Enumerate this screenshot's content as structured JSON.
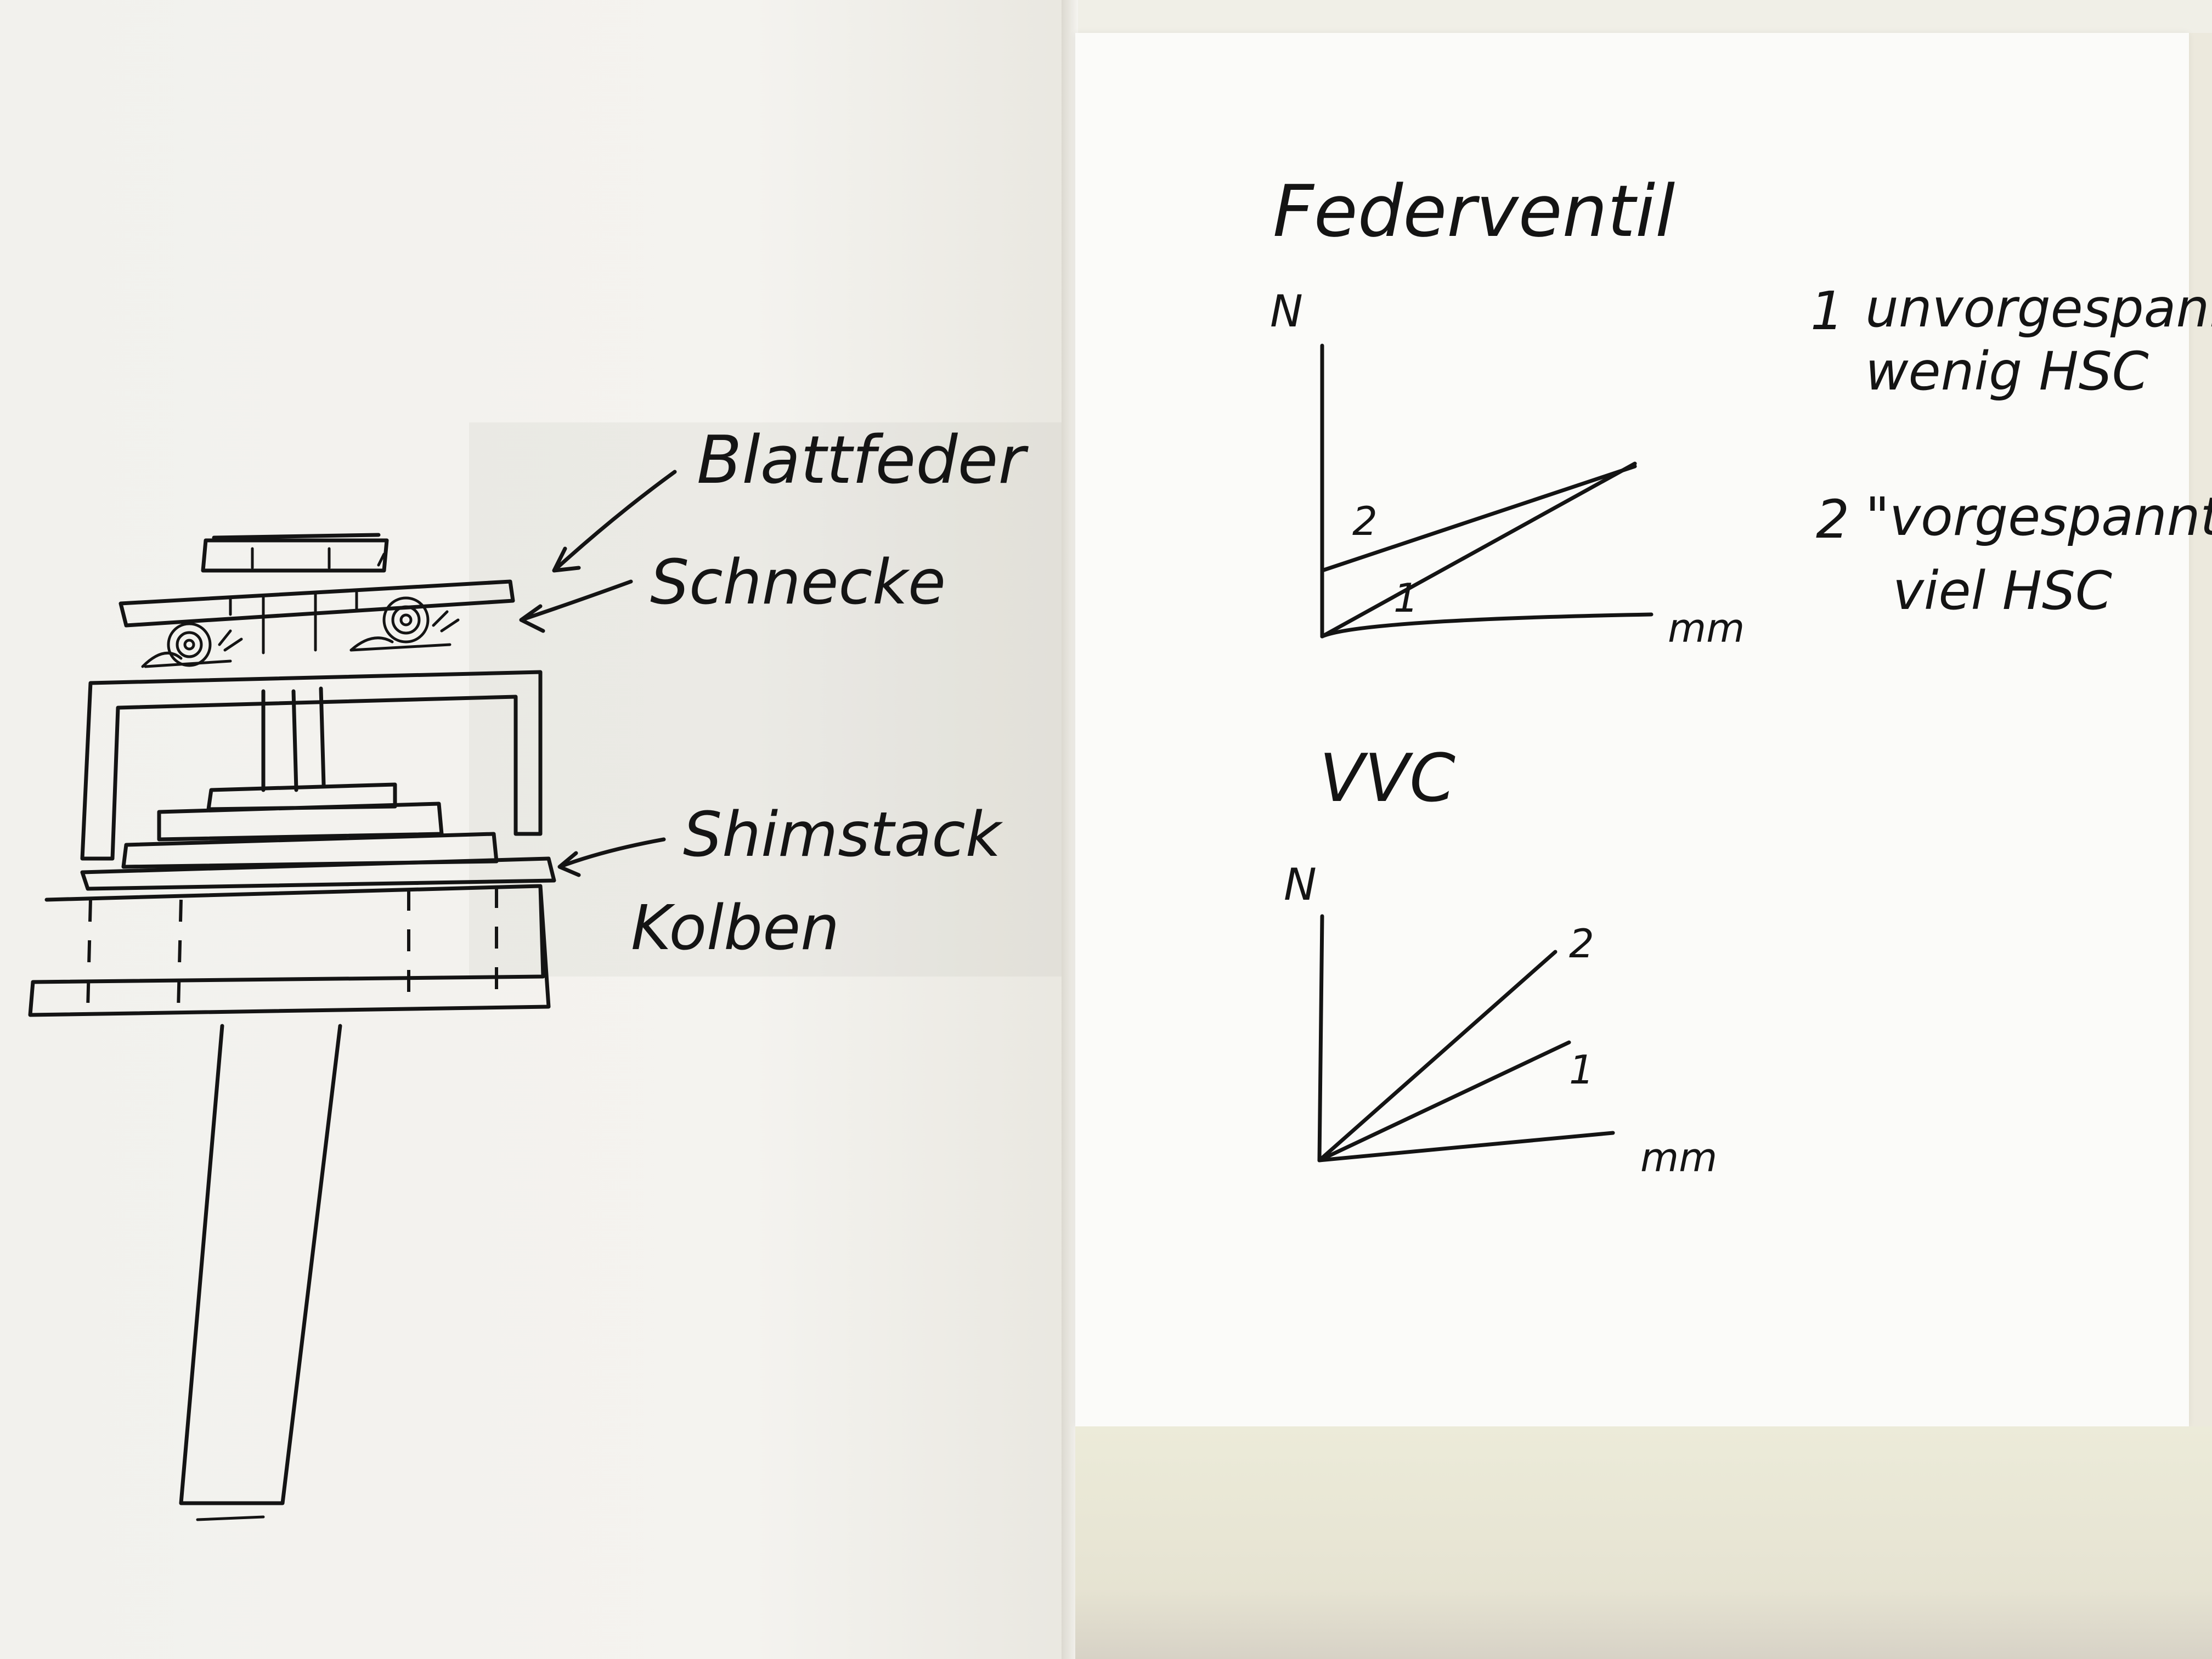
{
  "left_sketch": {
    "labels": {
      "leaf_spring": "Blattfeder",
      "snail": "Schnecke",
      "stack": "Shimstack",
      "piston": "Kolben"
    }
  },
  "diagram_1": {
    "title": "Federventil",
    "y_axis_label": "N",
    "x_axis_label": "mm",
    "line_labels": [
      "1",
      "2"
    ]
  },
  "legend": {
    "item_1": {
      "number": "1",
      "line1": "unvorgespannt",
      "line2": "wenig HSC"
    },
    "item_2": {
      "number": "2",
      "line1": "\"vorgespannt\"",
      "line2": "viel HSC"
    }
  },
  "diagram_2": {
    "title": "VVC",
    "y_axis_label": "N",
    "x_axis_label": "mm",
    "line_labels": [
      "2",
      "1"
    ]
  },
  "chart_data": [
    {
      "type": "line",
      "title": "Federventil",
      "xlabel": "mm",
      "ylabel": "N",
      "series": [
        {
          "name": "1",
          "x": [
            0,
            1
          ],
          "y": [
            0,
            0.9
          ]
        },
        {
          "name": "2",
          "x": [
            0,
            1
          ],
          "y": [
            0.2,
            0.9
          ]
        }
      ]
    },
    {
      "type": "line",
      "title": "VVC",
      "xlabel": "mm",
      "ylabel": "N",
      "series": [
        {
          "name": "2",
          "x": [
            0,
            1
          ],
          "y": [
            0,
            0.8
          ]
        },
        {
          "name": "1",
          "x": [
            0,
            1
          ],
          "y": [
            0,
            0.5
          ]
        }
      ]
    }
  ]
}
